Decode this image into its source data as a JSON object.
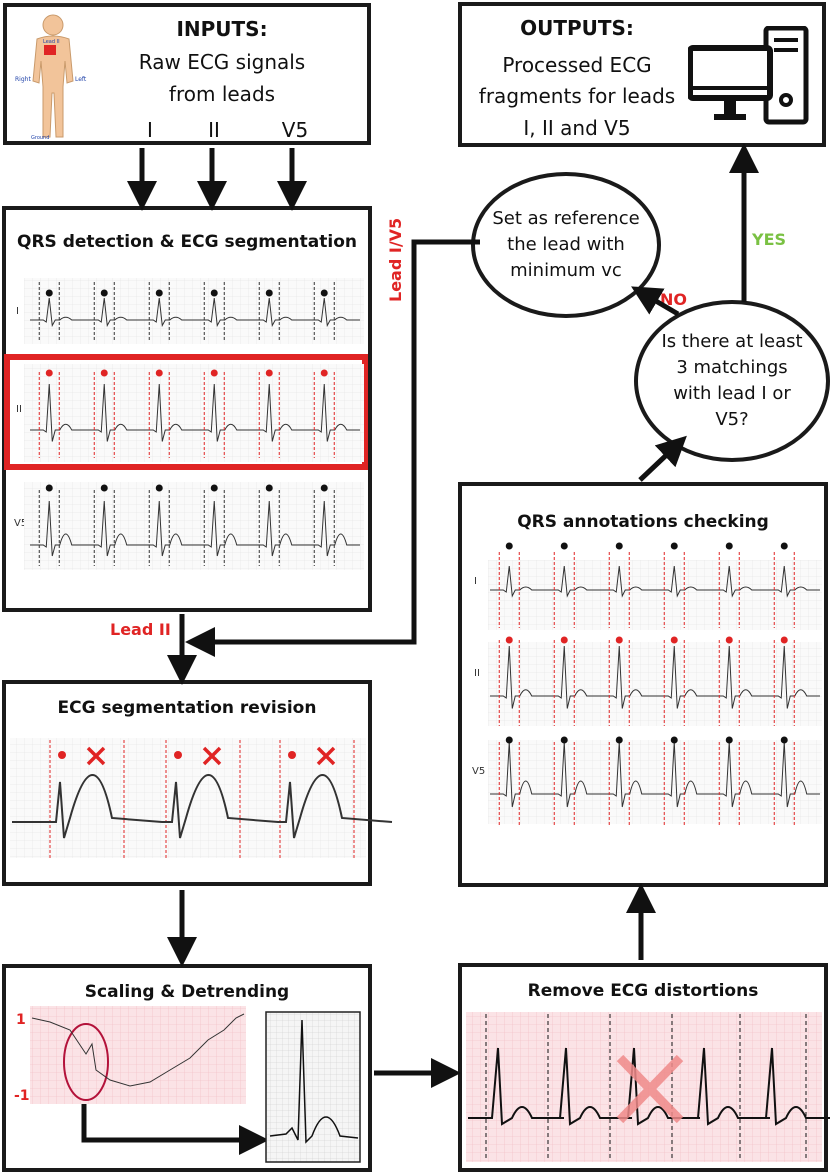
{
  "inputs": {
    "title": "INPUTS:",
    "line1": "Raw ECG signals",
    "line2": "from leads",
    "leads": [
      "I",
      "II",
      "V5"
    ],
    "figure_labels": {
      "lead": "Lead II",
      "right": "Right",
      "left": "Left",
      "ground": "Ground"
    }
  },
  "outputs": {
    "title": "OUTPUTS:",
    "line1": "Processed ECG",
    "line2": "fragments for leads",
    "line3": "I, II and V5"
  },
  "qrs_detection": {
    "title": "QRS detection & ECG segmentation",
    "lead_labels": [
      "I",
      "II",
      "V5"
    ]
  },
  "segmentation_revision": {
    "title": "ECG segmentation revision"
  },
  "scaling": {
    "title": "Scaling & Detrending",
    "axis_top": "1",
    "axis_bottom": "-1"
  },
  "remove_distortions": {
    "title": "Remove ECG distortions"
  },
  "qrs_checking": {
    "title": "QRS annotations checking",
    "lead_labels": [
      "I",
      "II",
      "V5"
    ]
  },
  "reference_node": {
    "text": "Set as reference the lead with minimum vc"
  },
  "decision_node": {
    "text": "Is there at least 3 matchings with lead I or V5?"
  },
  "edge_labels": {
    "lead_ii": "Lead II",
    "lead_i_v5": "Lead I/V5",
    "no": "NO",
    "yes": "YES"
  },
  "colors": {
    "accent_red": "#e02424",
    "yes_green": "#7ac143",
    "border": "#1a1a1a",
    "grid_pink": "#f6c9cf"
  }
}
